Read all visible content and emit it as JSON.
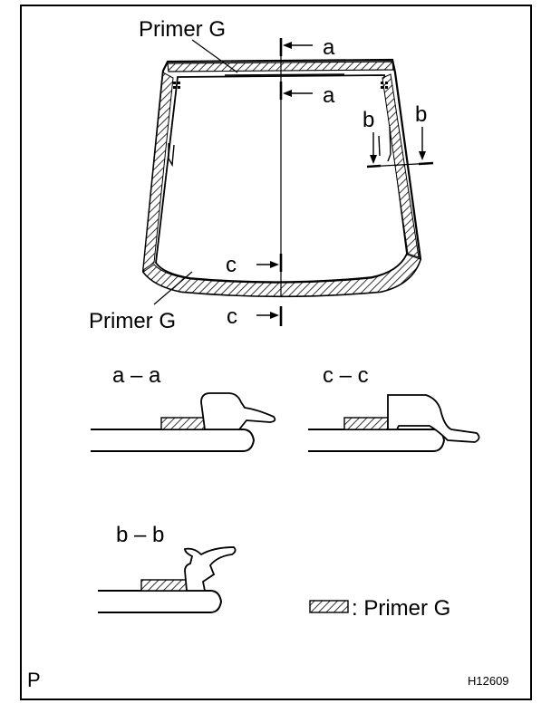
{
  "labels": {
    "primer_top": "Primer G",
    "primer_bottom": "Primer G",
    "cut_a_top": "a",
    "cut_a_bottom": "a",
    "cut_b_left": "b",
    "cut_b_right": "b",
    "cut_c_top": "c",
    "cut_c_bottom": "c"
  },
  "sections": {
    "aa": "a – a",
    "cc": "c – c",
    "bb": "b – b"
  },
  "legend": {
    "text": ": Primer G"
  },
  "footer": {
    "left": "P",
    "right": "H12609"
  }
}
